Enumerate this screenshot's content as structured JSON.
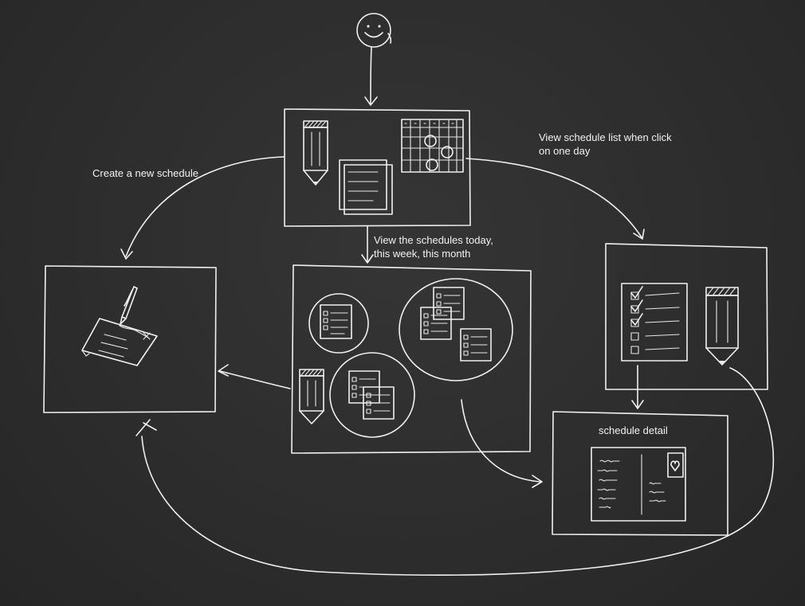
{
  "labels": {
    "create": "Create a new schedule",
    "view_list": "View schedule list when click\non one day",
    "view_schedules": "View the schedules today,\nthis week, this month",
    "detail": "schedule detail"
  },
  "colors": {
    "background": "#2e2e2e",
    "chalk": "#f0f0f0"
  },
  "icons": [
    "smiley-icon",
    "pencil-icon",
    "notepad-icon",
    "calendar-icon",
    "pen-icon",
    "paper-icon",
    "checklist-icon",
    "postcard-icon"
  ]
}
